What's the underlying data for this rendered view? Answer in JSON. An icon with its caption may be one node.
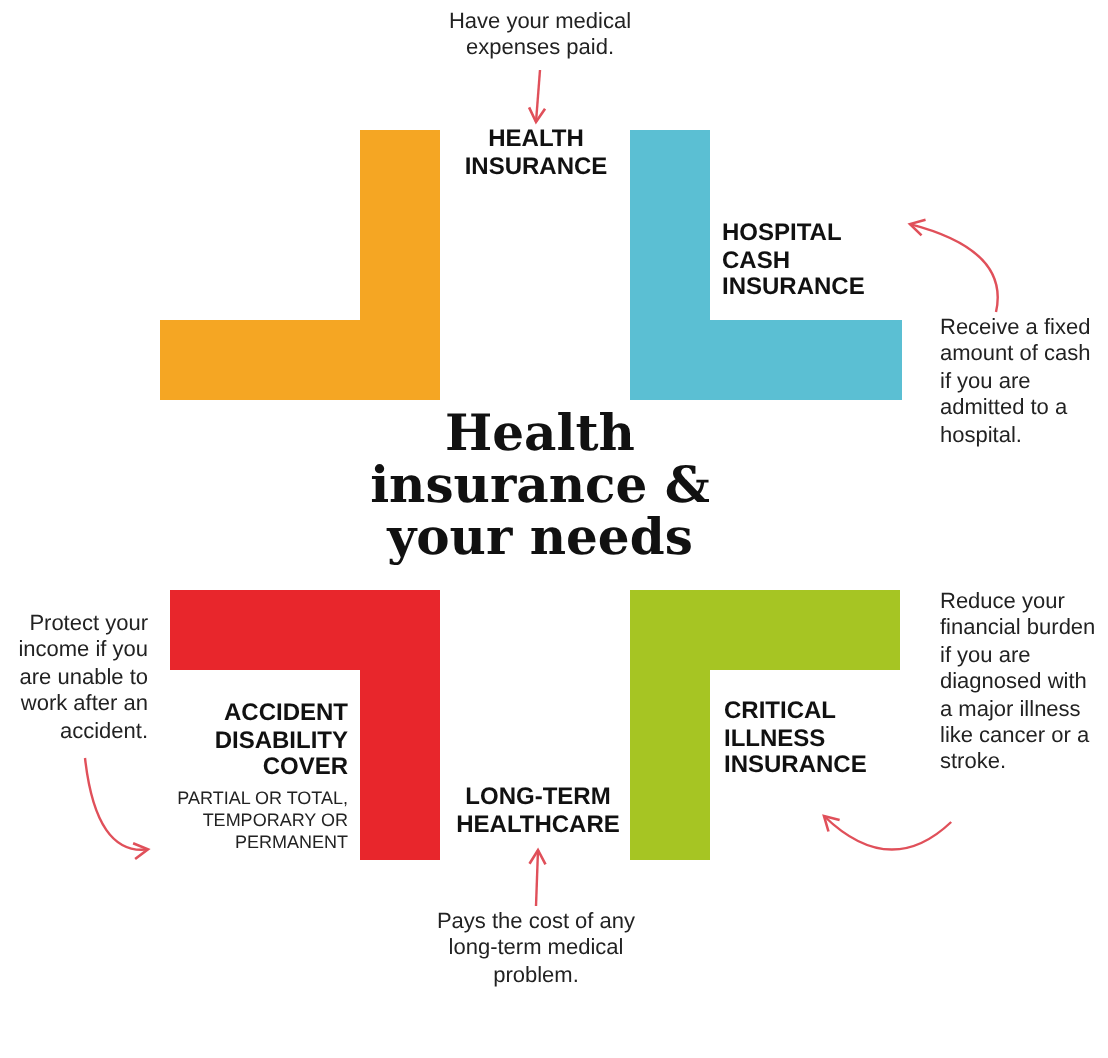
{
  "diagram": {
    "title": "Health insurance & your needs",
    "nodes": [
      {
        "text": [
          "Have your medical expenses paid."
        ]
      },
      {
        "text": [
          "HEALTH INSURANCE"
        ]
      },
      {
        "text": [
          "HOSPITAL CASH INSURANCE"
        ]
      },
      {
        "text": [
          "Receive a fixed amount of cash if you are admitted to a hospital."
        ]
      },
      {
        "text": [
          "Protect your income if you are unable to work after an accident."
        ]
      },
      {
        "text": [
          "ACCIDENT DISABILITY COVER",
          "PARTIAL OR TOTAL, TEMPORARY OR PERMANENT"
        ]
      },
      {
        "text": [
          "LONG-TERM HEALTHCARE"
        ]
      },
      {
        "text": [
          "CRITICAL ILLNESS INSURANCE"
        ]
      },
      {
        "text": [
          "Reduce your financial burden if you are diagnosed with a major illness like cancer or a stroke."
        ]
      },
      {
        "text": [
          "Pays the cost of any long-term medical problem."
        ]
      }
    ],
    "edges": [
      {
        "from": 0,
        "to": 1,
        "arrow": "to"
      },
      {
        "from": 3,
        "to": 2,
        "arrow": "to"
      },
      {
        "from": 4,
        "to": 5,
        "arrow": "to"
      },
      {
        "from": 8,
        "to": 7,
        "arrow": "to"
      },
      {
        "from": 9,
        "to": 6,
        "arrow": "to"
      }
    ]
  }
}
